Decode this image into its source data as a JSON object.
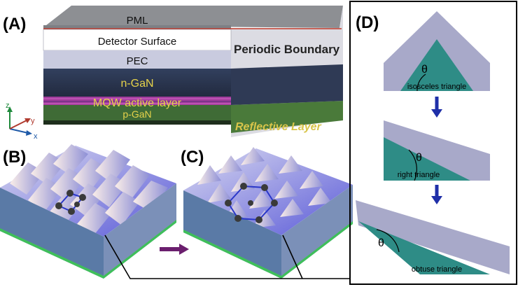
{
  "panels": {
    "a": {
      "label": "(A)"
    },
    "b": {
      "label": "(B)"
    },
    "c": {
      "label": "(C)"
    },
    "d": {
      "label": "(D)"
    }
  },
  "stack_layers": {
    "pml": "PML",
    "detector": "Detector Surface",
    "pec": "PEC",
    "ngan": "n-GaN",
    "mqw": "MQW active layer",
    "pgan": "p-GaN"
  },
  "boundaries": {
    "periodic": "Periodic Boundary",
    "reflective": "Reflective Layer"
  },
  "axes": {
    "z": "z",
    "y": "y",
    "x": "x"
  },
  "triangles": {
    "isosceles": "isosceles triangle",
    "right": "right triangle",
    "obtuse": "obtuse triangle",
    "angle_symbol": "θ"
  },
  "colors": {
    "pml": "#8d8f93",
    "pec": "#26314a",
    "ngan": "#2b3550",
    "mqw": "#a23c9c",
    "pgan": "#3f6b36",
    "label_yellow": "#e6d34a",
    "teal": "#2e8c86",
    "lavender": "#a8a9c9",
    "arrow_blue": "#1f2fa8",
    "arrow_purple": "#6b1f6e"
  }
}
